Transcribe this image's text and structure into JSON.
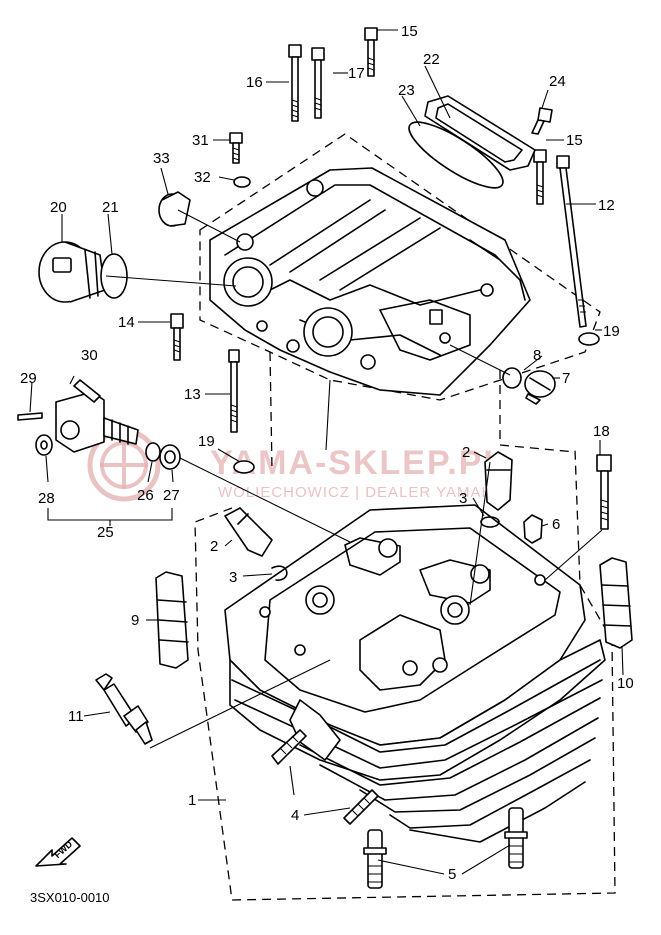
{
  "diagram_code": "3SX010-0010",
  "fwd_label": "FWD",
  "watermark": {
    "brand": "YAMA-SKLEP.PL",
    "dealer": "WOLIECHOWICZ | DEALER YAMAHA"
  },
  "callouts": {
    "c1": "1",
    "c2a": "2",
    "c2b": "2",
    "c3a": "3",
    "c3b": "3",
    "c4": "4",
    "c5": "5",
    "c6": "6",
    "c7": "7",
    "c8": "8",
    "c9": "9",
    "c10": "10",
    "c11": "11",
    "c12": "12",
    "c13": "13",
    "c14": "14",
    "c15a": "15",
    "c15b": "15",
    "c16": "16",
    "c17": "17",
    "c18": "18",
    "c19a": "19",
    "c19b": "19",
    "c20": "20",
    "c21": "21",
    "c22": "22",
    "c23": "23",
    "c24": "24",
    "c25": "25",
    "c26": "26",
    "c27": "27",
    "c28": "28",
    "c29": "29",
    "c30": "30",
    "c31": "31",
    "c32": "32",
    "c33": "33"
  }
}
